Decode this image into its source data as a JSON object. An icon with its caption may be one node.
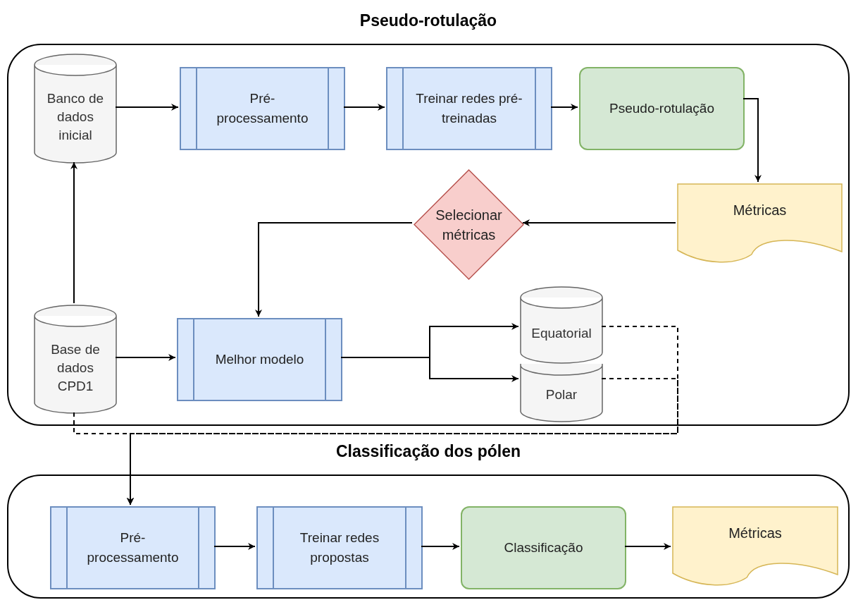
{
  "diagram": {
    "nodes": [
      {
        "text": [
          "Pseudo-rotulação"
        ]
      },
      {
        "text": [
          "Banco de dados inicial"
        ],
        "in": 0
      },
      {
        "text": [
          "Pré- processamento"
        ],
        "in": 0
      },
      {
        "text": [
          "Treinar redes pré-treinadas"
        ],
        "in": 0
      },
      {
        "text": [
          "Pseudo-rotulação"
        ],
        "in": 0
      },
      {
        "text": [
          "Métricas"
        ],
        "in": 0
      },
      {
        "text": [
          "Selecionar métricas"
        ],
        "in": 0
      },
      {
        "text": [
          "Base de dados CPD1"
        ],
        "in": 0
      },
      {
        "text": [
          "Melhor modelo"
        ],
        "in": 0
      },
      {
        "text": [
          "Equatorial"
        ],
        "in": 0
      },
      {
        "text": [
          "Polar"
        ],
        "in": 0
      },
      {
        "text": [
          "Classificação dos pólen"
        ]
      },
      {
        "text": [
          "Pré- processamento"
        ],
        "in": 11
      },
      {
        "text": [
          "Treinar redes propostas"
        ],
        "in": 11
      },
      {
        "text": [
          "Classificação"
        ],
        "in": 11
      },
      {
        "text": [
          "Métricas"
        ],
        "in": 11
      }
    ],
    "edges": [
      {
        "from": 1,
        "to": 2,
        "arrow": "to"
      },
      {
        "from": 2,
        "to": 3,
        "arrow": "to"
      },
      {
        "from": 3,
        "to": 4,
        "arrow": "to"
      },
      {
        "from": 4,
        "to": 5,
        "arrow": "to"
      },
      {
        "from": 5,
        "to": 6,
        "arrow": "to"
      },
      {
        "from": 6,
        "to": 8,
        "arrow": "to"
      },
      {
        "from": 7,
        "to": 1,
        "arrow": "to"
      },
      {
        "from": 7,
        "to": 8,
        "arrow": "to"
      },
      {
        "from": 8,
        "to": 9,
        "arrow": "to"
      },
      {
        "from": 8,
        "to": 10,
        "arrow": "to"
      },
      {
        "from": 7,
        "to": 12,
        "arrow": "to",
        "style": "dashed"
      },
      {
        "from": 9,
        "to": 12,
        "arrow": "to",
        "style": "dashed"
      },
      {
        "from": 10,
        "to": 12,
        "arrow": "to",
        "style": "dashed"
      },
      {
        "from": 12,
        "to": 13,
        "arrow": "to"
      },
      {
        "from": 13,
        "to": 14,
        "arrow": "to"
      },
      {
        "from": 14,
        "to": 15,
        "arrow": "to"
      }
    ]
  }
}
